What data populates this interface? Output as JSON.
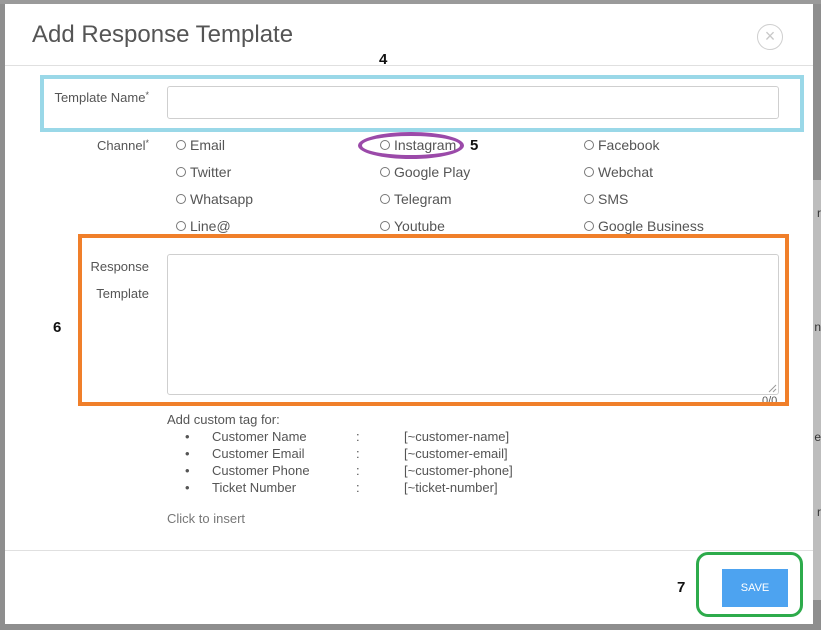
{
  "modal": {
    "title": "Add Response Template",
    "close_symbol": "×"
  },
  "annotations": {
    "n4": "4",
    "n5": "5",
    "n6": "6",
    "n7": "7"
  },
  "form": {
    "template_name": {
      "label": "Template Name",
      "required_mark": "*",
      "value": "",
      "placeholder": ""
    },
    "channel": {
      "label": "Channel",
      "required_mark": "*",
      "options": [
        "Email",
        "Instagram",
        "Facebook",
        "Twitter",
        "Google Play",
        "Webchat",
        "Whatsapp",
        "Telegram",
        "SMS",
        "Line@",
        "Youtube",
        "Google Business"
      ]
    },
    "response_template": {
      "label_line1": "Response",
      "label_line2": "Template",
      "value": "",
      "char_count": "0/0"
    },
    "custom_tags": {
      "heading": "Add custom tag for:",
      "bullet": "•",
      "separator": ":",
      "items": [
        {
          "name": "Customer Name",
          "code": "[~customer-name]"
        },
        {
          "name": "Customer Email",
          "code": "[~customer-email]"
        },
        {
          "name": "Customer Phone",
          "code": "[~customer-phone]"
        },
        {
          "name": "Ticket Number",
          "code": "[~ticket-number]"
        }
      ],
      "hint": "Click to insert"
    }
  },
  "footer": {
    "save_label": "SAVE"
  },
  "background": {
    "edge_letters": [
      "r",
      "n",
      "e",
      "r"
    ]
  },
  "colors": {
    "annotation_blue": "#9ad8e8",
    "annotation_orange": "#f07f2a",
    "annotation_green": "#2dab4b",
    "annotation_purple": "#9b4aa9",
    "save_button": "#4da3f0"
  }
}
